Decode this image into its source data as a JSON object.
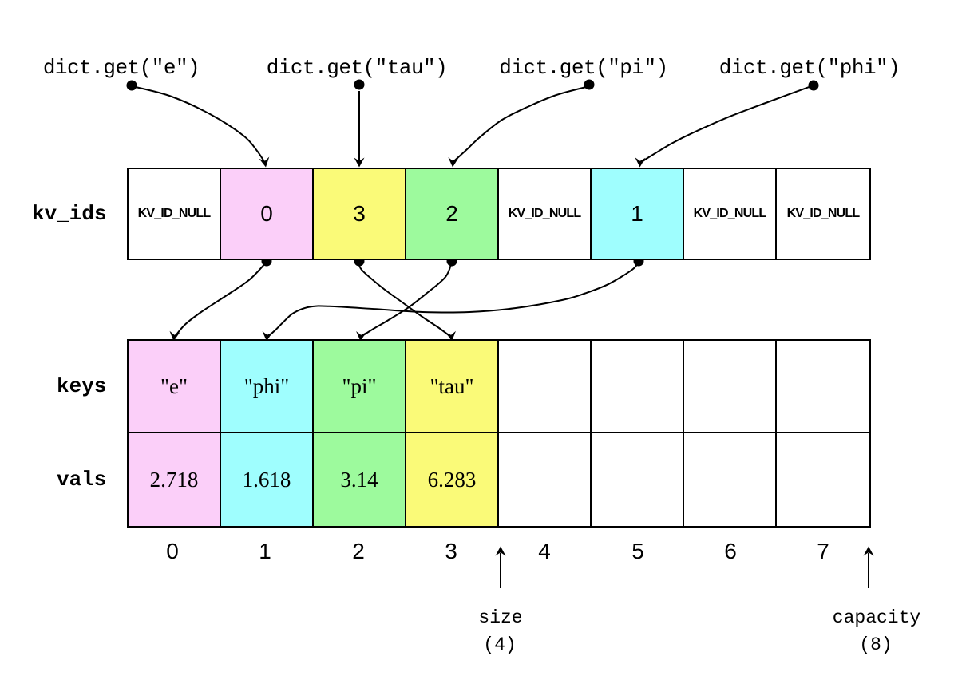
{
  "queries": [
    {
      "label": "dict.get(\"e\")"
    },
    {
      "label": "dict.get(\"tau\")"
    },
    {
      "label": "dict.get(\"pi\")"
    },
    {
      "label": "dict.get(\"phi\")"
    }
  ],
  "kv_ids": {
    "label": "kv_ids",
    "cells": [
      {
        "text": "KV_ID_NULL",
        "color": "#ffffff"
      },
      {
        "text": "0",
        "color": "#fbcff9"
      },
      {
        "text": "3",
        "color": "#fafa78"
      },
      {
        "text": "2",
        "color": "#9dfa9d"
      },
      {
        "text": "KV_ID_NULL",
        "color": "#ffffff"
      },
      {
        "text": "1",
        "color": "#9ffefe"
      },
      {
        "text": "KV_ID_NULL",
        "color": "#ffffff"
      },
      {
        "text": "KV_ID_NULL",
        "color": "#ffffff"
      }
    ]
  },
  "keys": {
    "label": "keys",
    "cells": [
      {
        "text": "\"e\"",
        "color": "#fbcff9"
      },
      {
        "text": "\"phi\"",
        "color": "#9ffefe"
      },
      {
        "text": "\"pi\"",
        "color": "#9dfa9d"
      },
      {
        "text": "\"tau\"",
        "color": "#fafa78"
      },
      {
        "text": "",
        "color": "#ffffff"
      },
      {
        "text": "",
        "color": "#ffffff"
      },
      {
        "text": "",
        "color": "#ffffff"
      },
      {
        "text": "",
        "color": "#ffffff"
      }
    ]
  },
  "vals": {
    "label": "vals",
    "cells": [
      {
        "text": "2.718",
        "color": "#fbcff9"
      },
      {
        "text": "1.618",
        "color": "#9ffefe"
      },
      {
        "text": "3.14",
        "color": "#9dfa9d"
      },
      {
        "text": "6.283",
        "color": "#fafa78"
      },
      {
        "text": "",
        "color": "#ffffff"
      },
      {
        "text": "",
        "color": "#ffffff"
      },
      {
        "text": "",
        "color": "#ffffff"
      },
      {
        "text": "",
        "color": "#ffffff"
      }
    ]
  },
  "indices": [
    "0",
    "1",
    "2",
    "3",
    "4",
    "5",
    "6",
    "7"
  ],
  "size_annotation": {
    "label": "size",
    "value": "(4)"
  },
  "capacity_annotation": {
    "label": "capacity",
    "value": "(8)"
  },
  "colors": {
    "pink": "#fbcff9",
    "yellow": "#fafa78",
    "green": "#9dfa9d",
    "cyan": "#9ffefe",
    "stroke": "#000000",
    "background": "#ffffff"
  }
}
